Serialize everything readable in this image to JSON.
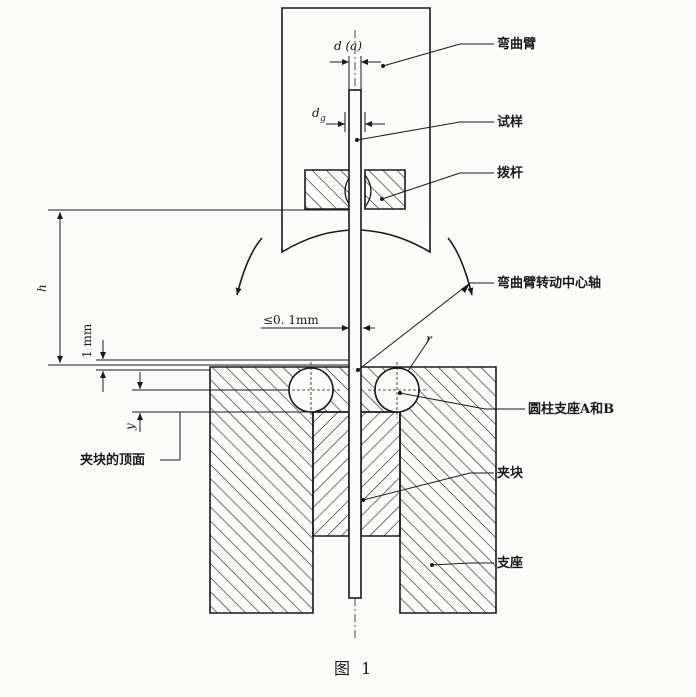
{
  "labels": {
    "bending_arm": "弯曲臂",
    "specimen": "试样",
    "lever": "拨杆",
    "pivot_axis": "弯曲臂转动中心轴",
    "cylinders": "圆柱支座A和B",
    "clamp": "夹块",
    "support": "支座",
    "clamp_top": "夹块的顶面"
  },
  "dimensions": {
    "d_a": "d (a)",
    "dg": "d",
    "dg_sub": "g",
    "h": "h",
    "one_mm": "1 mm",
    "gap": "≤0. 1mm",
    "r": "r",
    "y": "y"
  },
  "caption": "图 1",
  "colors": {
    "ink": "#1a1a1a",
    "paper": "#fbfbf9"
  }
}
